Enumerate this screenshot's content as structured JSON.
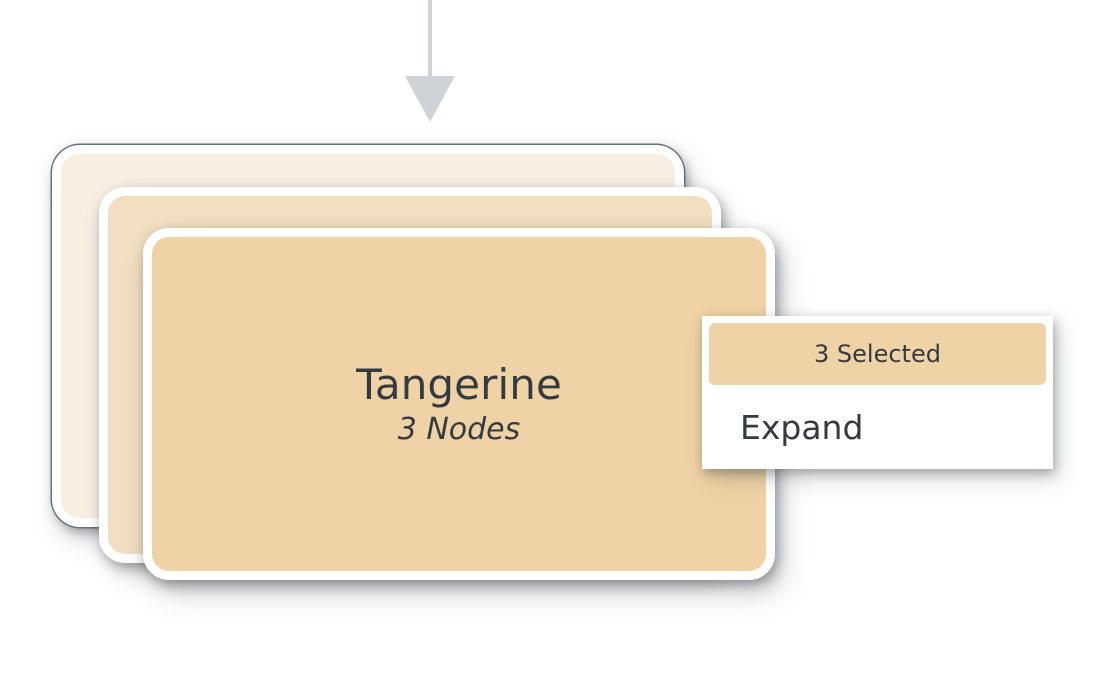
{
  "graph": {
    "incoming_edge": {
      "icon": "arrow-down-icon",
      "color": "#cdd3d6"
    },
    "node": {
      "title": "Tangerine",
      "subtitle": "3 Nodes",
      "node_count": 3,
      "stacked": true,
      "colors": {
        "front": "#efd3a6",
        "middle": "#f2dfc2",
        "back": "#f8eee2",
        "outline": "#64757d",
        "text": "#343b40"
      }
    }
  },
  "context_menu": {
    "header_label": "3 Selected",
    "items": [
      {
        "label": "Expand"
      }
    ]
  }
}
